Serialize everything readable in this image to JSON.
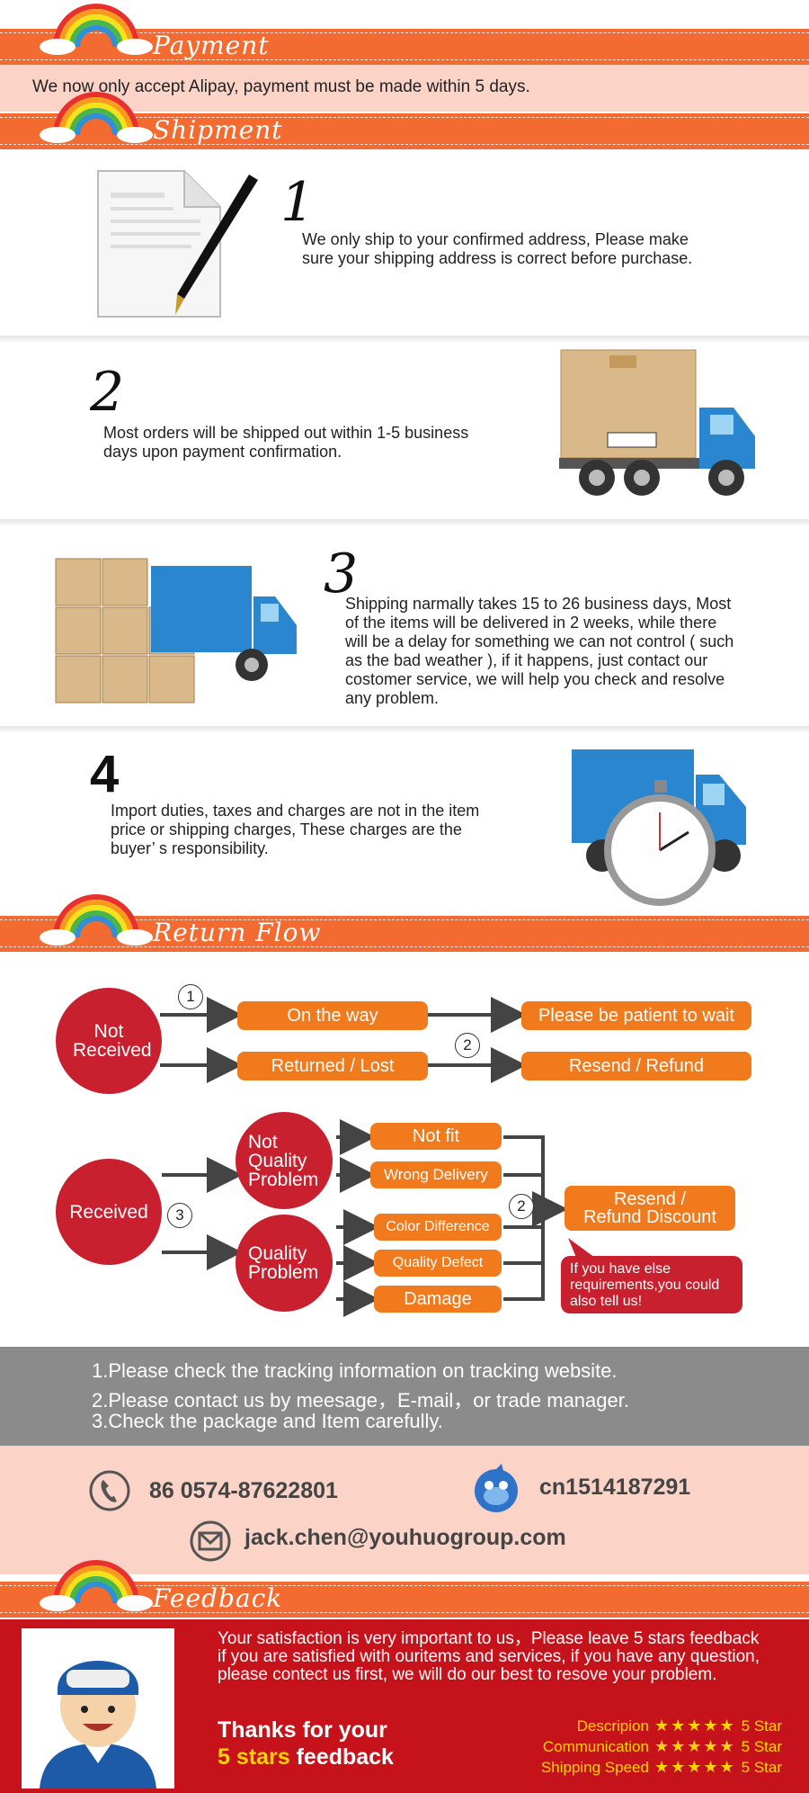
{
  "payment": {
    "title": "Payment",
    "text": "We now only accept Alipay, payment must  be made within 5 days."
  },
  "shipment": {
    "title": "Shipment",
    "steps": [
      {
        "num": "1",
        "text": [
          "We only ship to your confirmed address, Please make",
          "sure your shipping address is correct before purchase."
        ]
      },
      {
        "num": "2",
        "text": [
          "Most orders will be shipped out within 1-5 business",
          "days upon payment confirmation."
        ]
      },
      {
        "num": "3",
        "text": [
          "Shipping narmally takes 15 to 26 business days, Most",
          "of the items will be delivered in 2 weeks, while there",
          "will be a delay for something we can not control ( such",
          "as the bad weather ), if it happens, just contact our",
          "costomer service, we will help you check and resolve",
          "any problem."
        ]
      },
      {
        "num": "4",
        "text": [
          "Import duties, taxes and charges are not in the item",
          "price or shipping charges, These charges are the",
          "buyer’ s responsibility."
        ]
      }
    ]
  },
  "return_flow": {
    "title": "Return Flow",
    "not_received": "Not Received",
    "on_the_way": "On  the  way",
    "patient": "Please be  patient to wait",
    "returned_lost": "Returned / Lost",
    "resend_refund": "Resend / Refund",
    "received": "Received",
    "not_quality": "Not Quality Problem",
    "quality": "Quality Problem",
    "not_fit": "Not fit",
    "wrong_delivery": "Wrong Delivery",
    "color_difference": "Color Difference",
    "quality_defect": "Quality  Defect",
    "damage": "Damage",
    "resend_refund_discount": "Resend / Refund Discount",
    "else_note": "If you have else requirements,you could also  tell us!",
    "step1": "1",
    "step2": "2",
    "step3": "3"
  },
  "tips": [
    "1.Please  check the  tracking  information  on  tracking  website.",
    "2.Please contact us by meesage，E-mail，or trade  manager.",
    "3.Check  the package  and Item carefully."
  ],
  "contact": {
    "phone": "86 0574-87622801",
    "qq": "cn1514187291",
    "email": "jack.chen@youhuogroup.com"
  },
  "feedback": {
    "title": "Feedback",
    "paragraph": "Your satisfaction is very important to us，Please leave 5 stars feedback if you are satisfied with ouritems and services, if you have any question, please contect us first, we will do our best to resove your problem.",
    "thanks_line1": "Thanks  for  your",
    "thanks_highlight": "5 stars",
    "thanks_line2": " feedback",
    "ratings": [
      {
        "label": "Descripion",
        "stars": "★★★★★",
        "value": "5 Star"
      },
      {
        "label": "Communication",
        "stars": "★★★★★",
        "value": "5 Star"
      },
      {
        "label": "Shipping Speed",
        "stars": "★★★★★",
        "value": "5 Star"
      }
    ]
  },
  "colors": {
    "banner": "#f36b30",
    "pill": "#f07a1c",
    "red": "#c8202f",
    "pink": "#fbd3c7",
    "gray": "#8b8b8b"
  }
}
